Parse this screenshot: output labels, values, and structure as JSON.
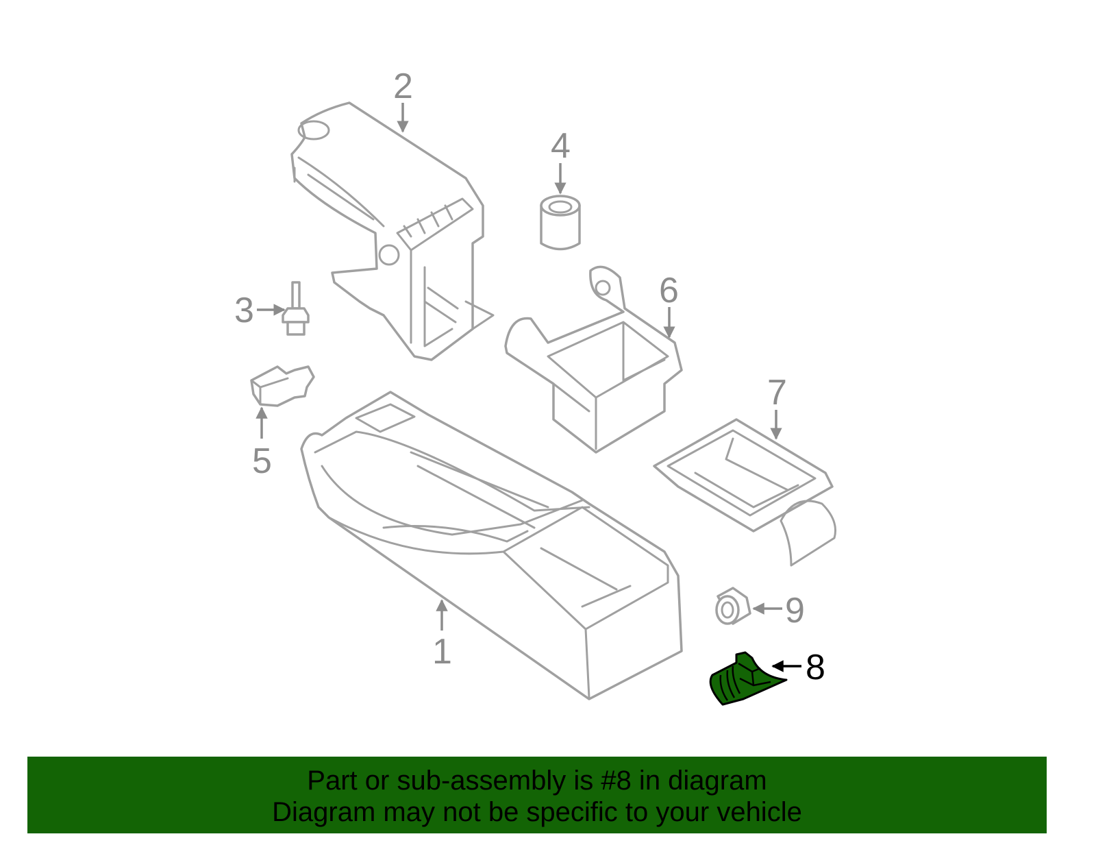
{
  "callouts": {
    "c1": "1",
    "c2": "2",
    "c3": "3",
    "c4": "4",
    "c5": "5",
    "c6": "6",
    "c7": "7",
    "c8": "8",
    "c9": "9"
  },
  "highlighted_part": "8",
  "colors": {
    "highlight": "#136405",
    "line": "#a0a0a0",
    "banner": "#136405"
  },
  "banner": {
    "line1": "Part or sub-assembly is #8 in diagram",
    "line2": "Diagram may not be specific to your vehicle"
  }
}
